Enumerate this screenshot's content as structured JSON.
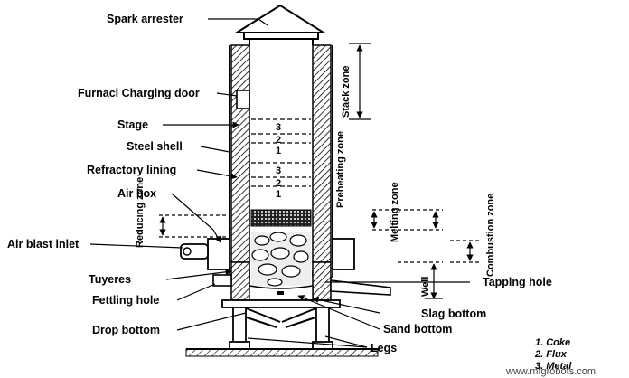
{
  "labels": {
    "spark_arrester": "Spark arrester",
    "charging_door": "Furnacl Charging door",
    "stage": "Stage",
    "steel_shell": "Steel shell",
    "refractory_lining": "Refractory lining",
    "air_box": "Air box",
    "air_blast_inlet": "Air blast inlet",
    "tuyeres": "Tuyeres",
    "fettling_hole": "Fettling hole",
    "drop_bottom": "Drop bottom",
    "tapping_hole": "Tapping hole",
    "slag_bottom": "Slag bottom",
    "sand_bottom": "Sand bottom",
    "legs": "Legs"
  },
  "zones": {
    "stack": "Stack zone",
    "preheating": "Preheating zone",
    "melting": "Melting zone",
    "combustion": "Combustion zone",
    "reducing": "Reducing zone",
    "well": "Well"
  },
  "charge_layers": {
    "upper": [
      "3",
      "2",
      "1"
    ],
    "lower": [
      "3",
      "2",
      "1"
    ]
  },
  "legend": [
    "1. Coke",
    "2. Flux",
    "3. Metal"
  ],
  "watermark": "www.mfgrobots.com"
}
